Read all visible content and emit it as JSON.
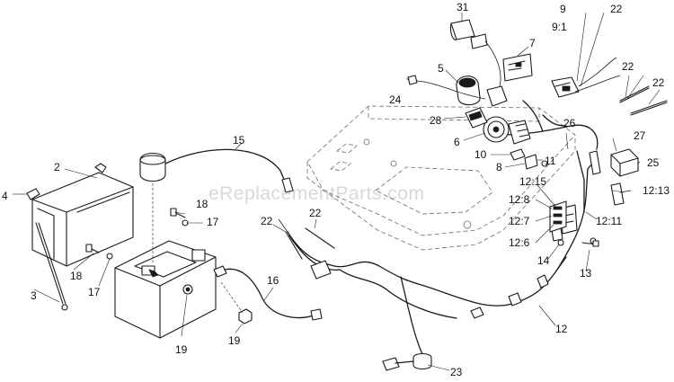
{
  "watermark": "eReplacementParts.com",
  "callouts": {
    "c2": "2",
    "c3": "3",
    "c4": "4",
    "c5": "5",
    "c6": "6",
    "c7": "7",
    "c8": "8",
    "c9": "9",
    "c9_1": "9:1",
    "c10": "10",
    "c11": "11",
    "c12": "12",
    "c12_6": "12:6",
    "c12_7": "12:7",
    "c12_8": "12:8",
    "c12_11": "12:11",
    "c12_13": "12:13",
    "c12_15": "12:15",
    "c13": "13",
    "c14": "14",
    "c15": "15",
    "c16": "16",
    "c17a": "17",
    "c17b": "17",
    "c18a": "18",
    "c18b": "18",
    "c19a": "19",
    "c19b": "19",
    "c22a": "22",
    "c22b": "22",
    "c22c": "22",
    "c22d": "22",
    "c22e": "22",
    "c23": "23",
    "c24": "24",
    "c25": "25",
    "c26": "26",
    "c27": "27",
    "c28": "28",
    "c31": "31"
  }
}
